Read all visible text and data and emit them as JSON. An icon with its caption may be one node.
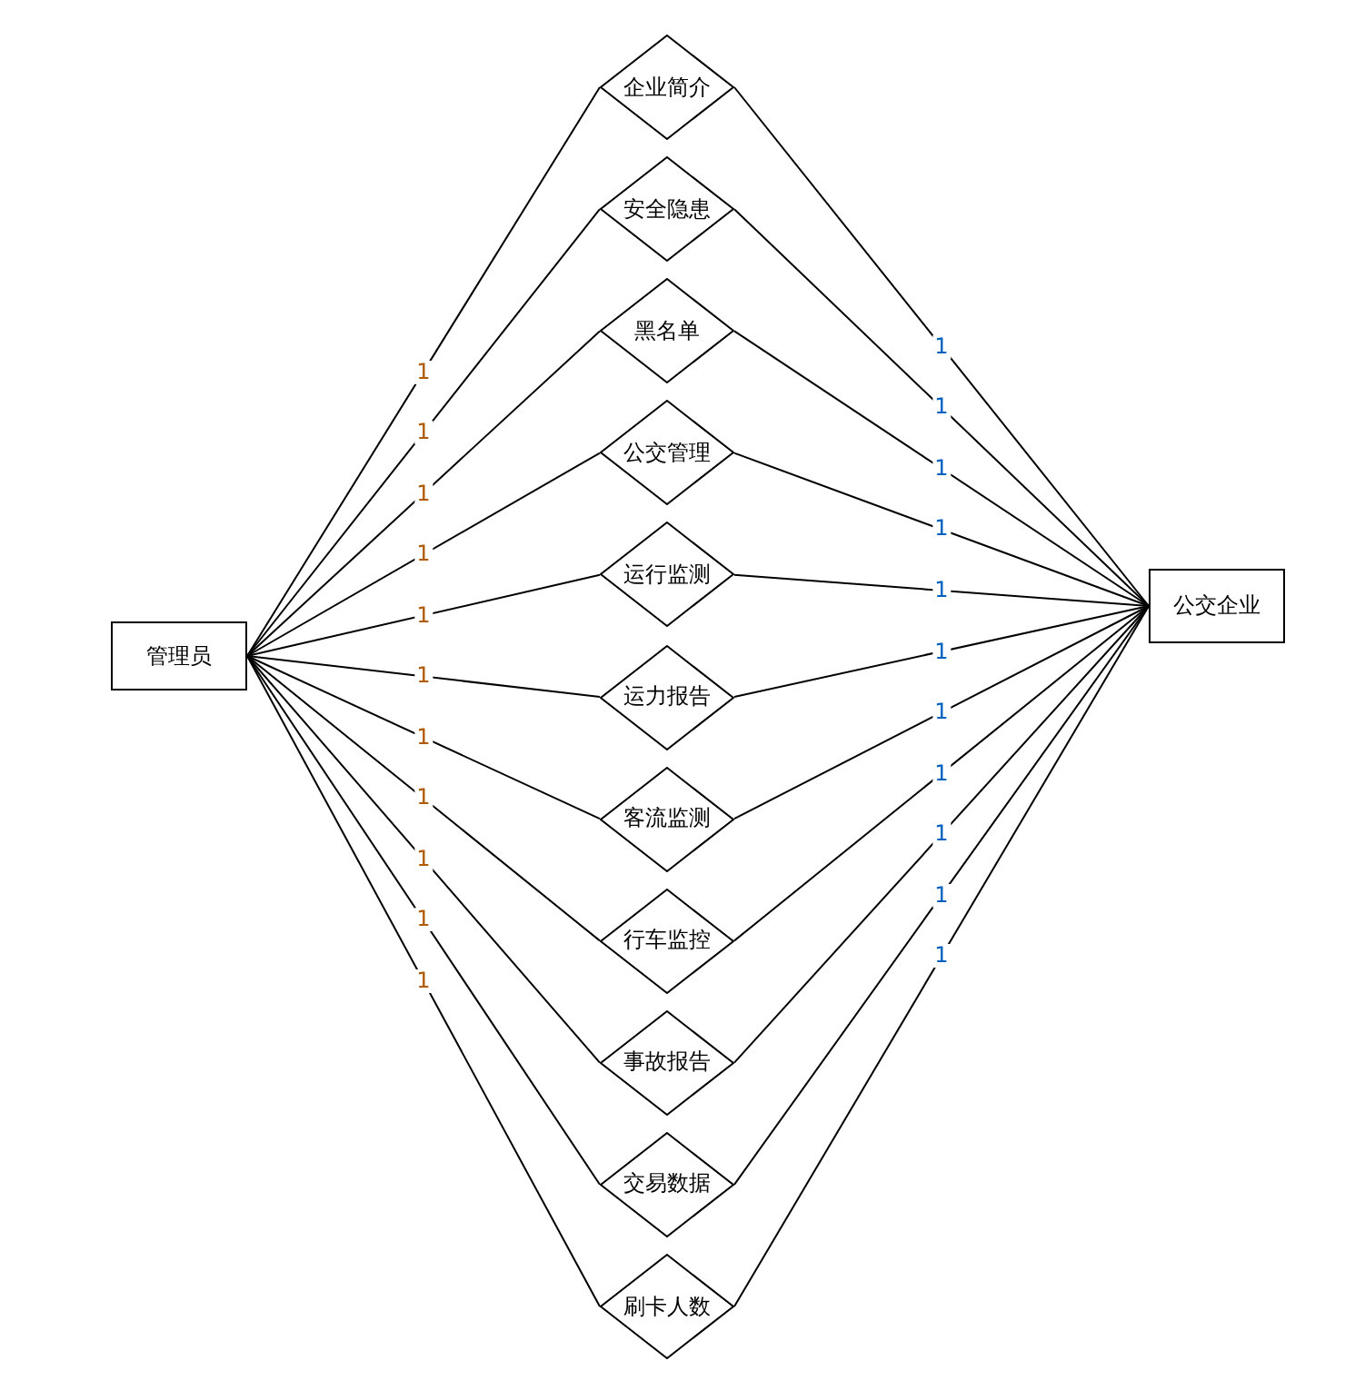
{
  "diagram": {
    "nodes": [
      {
        "text": [
          "管理员"
        ]
      },
      {
        "text": [
          "企业简介"
        ]
      },
      {
        "text": [
          "安全隐患"
        ]
      },
      {
        "text": [
          "黑名单"
        ]
      },
      {
        "text": [
          "公交管理"
        ]
      },
      {
        "text": [
          "运行监测"
        ]
      },
      {
        "text": [
          "运力报告"
        ]
      },
      {
        "text": [
          "客流监测"
        ]
      },
      {
        "text": [
          "行车监控"
        ]
      },
      {
        "text": [
          "事故报告"
        ]
      },
      {
        "text": [
          "交易数据"
        ]
      },
      {
        "text": [
          "刷卡人数"
        ]
      },
      {
        "text": [
          "公交企业"
        ]
      }
    ],
    "edges": [
      {
        "from": 0,
        "to": 1,
        "arrow": "none",
        "label": "1"
      },
      {
        "from": 0,
        "to": 2,
        "arrow": "none",
        "label": "1"
      },
      {
        "from": 0,
        "to": 3,
        "arrow": "none",
        "label": "1"
      },
      {
        "from": 0,
        "to": 4,
        "arrow": "none",
        "label": "1"
      },
      {
        "from": 0,
        "to": 5,
        "arrow": "none",
        "label": "1"
      },
      {
        "from": 0,
        "to": 6,
        "arrow": "none",
        "label": "1"
      },
      {
        "from": 0,
        "to": 7,
        "arrow": "none",
        "label": "1"
      },
      {
        "from": 0,
        "to": 8,
        "arrow": "none",
        "label": "1"
      },
      {
        "from": 0,
        "to": 9,
        "arrow": "none",
        "label": "1"
      },
      {
        "from": 0,
        "to": 10,
        "arrow": "none",
        "label": "1"
      },
      {
        "from": 0,
        "to": 11,
        "arrow": "none",
        "label": "1"
      },
      {
        "from": 1,
        "to": 12,
        "arrow": "none",
        "label": "1"
      },
      {
        "from": 2,
        "to": 12,
        "arrow": "none",
        "label": "1"
      },
      {
        "from": 3,
        "to": 12,
        "arrow": "none",
        "label": "1"
      },
      {
        "from": 4,
        "to": 12,
        "arrow": "none",
        "label": "1"
      },
      {
        "from": 5,
        "to": 12,
        "arrow": "none",
        "label": "1"
      },
      {
        "from": 6,
        "to": 12,
        "arrow": "none",
        "label": "1"
      },
      {
        "from": 7,
        "to": 12,
        "arrow": "none",
        "label": "1"
      },
      {
        "from": 8,
        "to": 12,
        "arrow": "none",
        "label": "1"
      },
      {
        "from": 9,
        "to": 12,
        "arrow": "none",
        "label": "1"
      },
      {
        "from": 10,
        "to": 12,
        "arrow": "none",
        "label": "1"
      },
      {
        "from": 11,
        "to": 12,
        "arrow": "none",
        "label": "1"
      }
    ]
  }
}
